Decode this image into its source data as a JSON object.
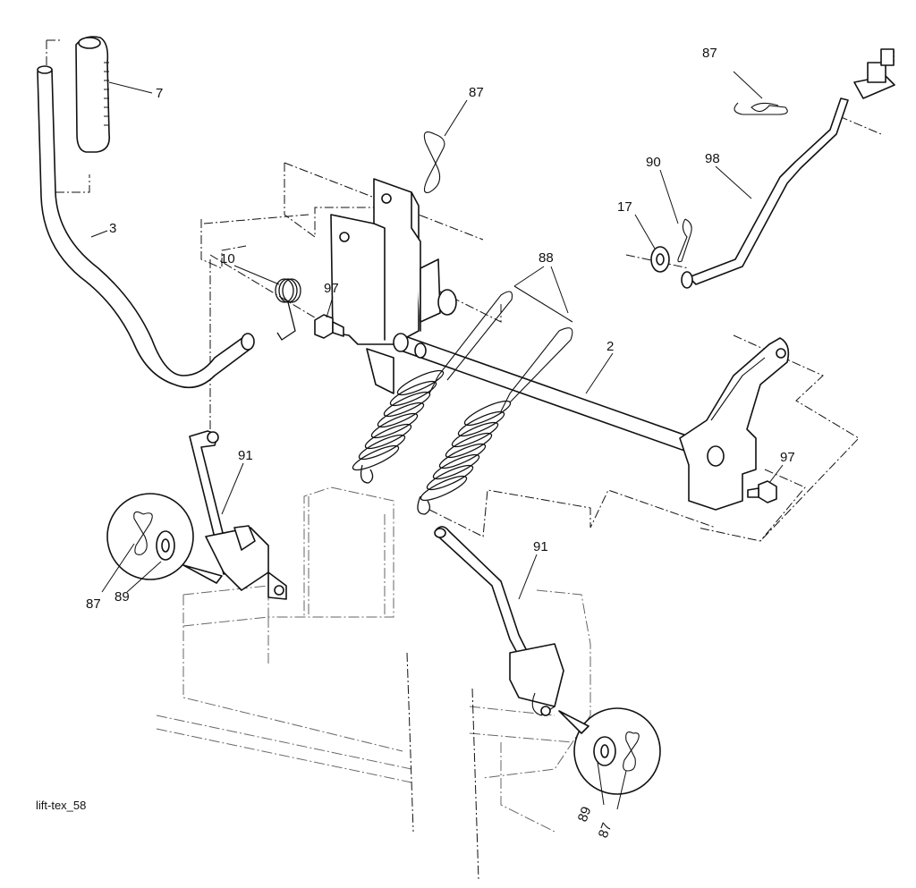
{
  "diagram": {
    "reference_code": "lift-tex_58",
    "callouts": {
      "handle_grip": "7",
      "lift_lever": "3",
      "spring_torsion": "10",
      "bolt_left": "97",
      "bolt_right": "97",
      "clip_top": "87",
      "clip_top_right": "87",
      "clip_detail_left": "87",
      "clip_detail_right": "87",
      "springs": "88",
      "lift_shaft": "2",
      "rod_adjust": "98",
      "hairpin": "90",
      "washer_top": "17",
      "link_left": "91",
      "link_right": "91",
      "washer_detail_left": "89",
      "washer_detail_right": "89"
    }
  }
}
